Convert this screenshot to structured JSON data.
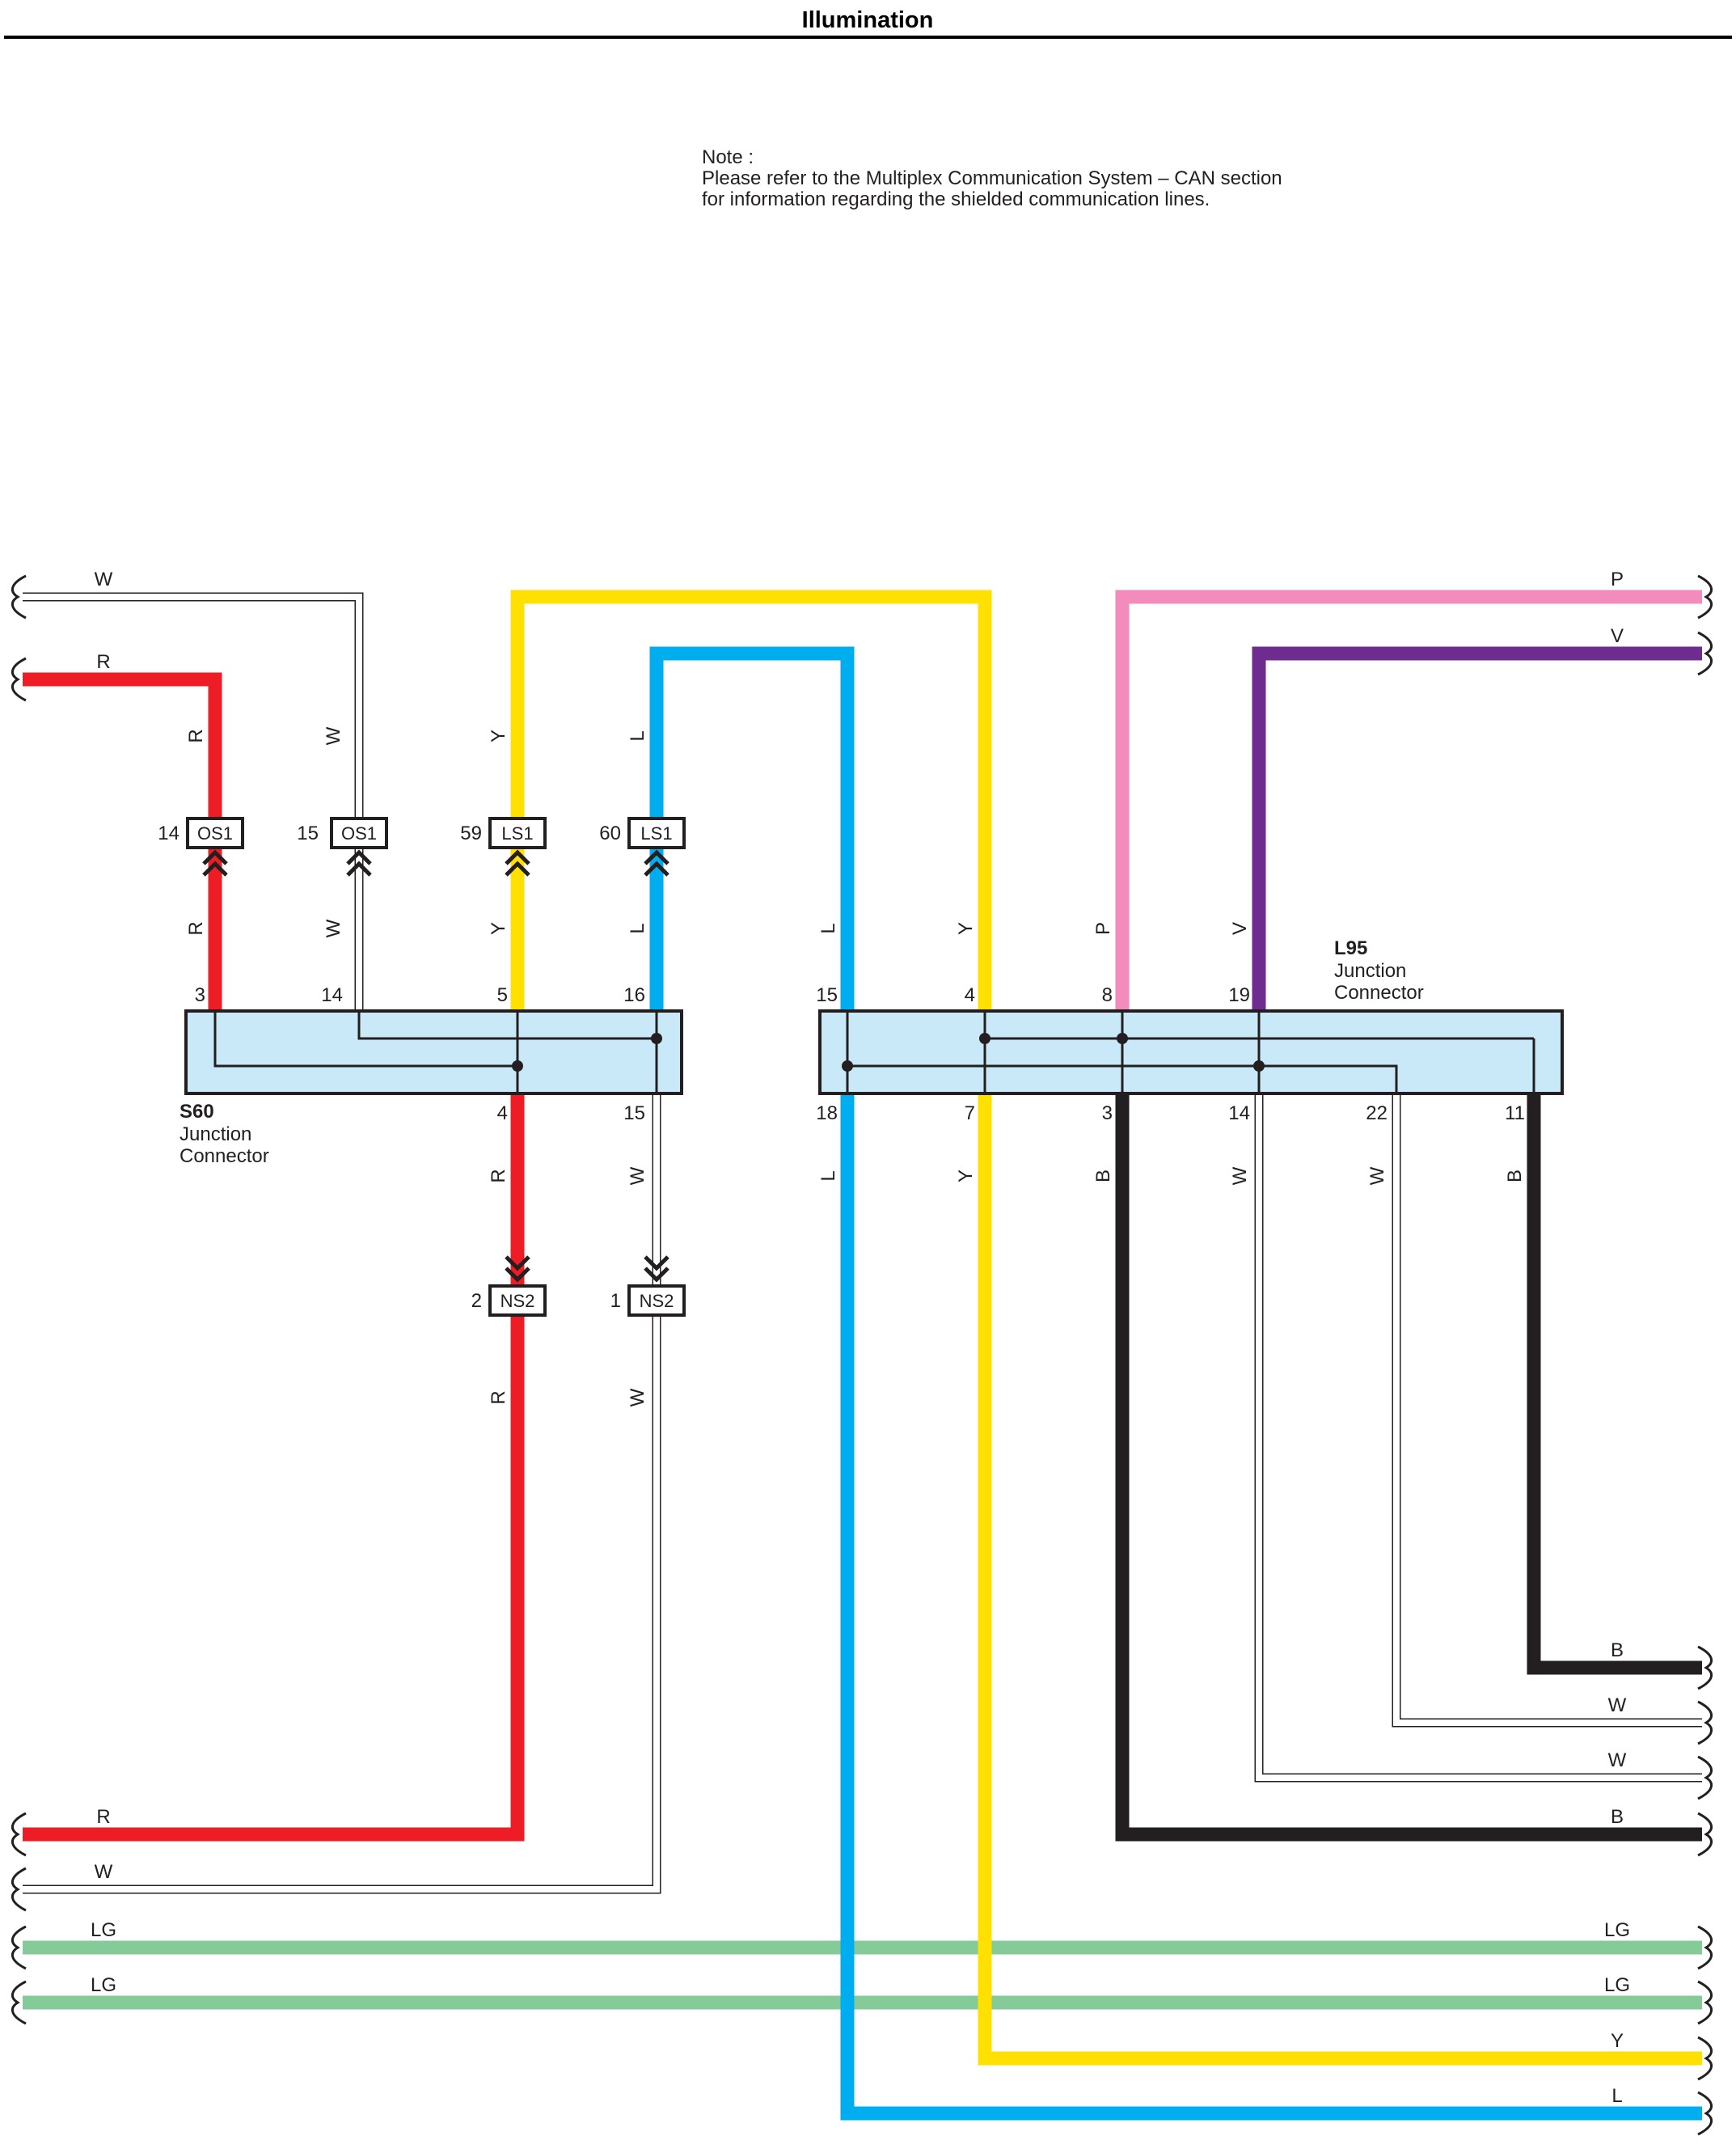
{
  "title": "Illumination",
  "note": {
    "lines": [
      "Note :",
      "Please refer to the Multiplex Communication System – CAN section",
      "for information regarding the shielded communication lines."
    ]
  },
  "colors": {
    "R": "#ee1c25",
    "W": "#ffffff",
    "Y": "#ffe000",
    "L": "#00aeef",
    "P": "#f38bbd",
    "V": "#6e2c90",
    "B": "#231f20",
    "LG": "#84cb99",
    "connector_fill": "#c9e8f8"
  },
  "connectors": {
    "s60": {
      "id": "S60",
      "line1": "Junction",
      "line2": "Connector",
      "top_pins": [
        "3",
        "14",
        "5",
        "16"
      ],
      "bottom_pins": [
        "4",
        "15"
      ]
    },
    "l95": {
      "id": "L95",
      "line1": "Junction",
      "line2": "Connector",
      "top_pins": [
        "15",
        "4",
        "8",
        "19"
      ],
      "bottom_pins": [
        "18",
        "7",
        "3",
        "14",
        "22",
        "11"
      ]
    }
  },
  "inline_connectors": [
    {
      "pin": "14",
      "name": "OS1"
    },
    {
      "pin": "15",
      "name": "OS1"
    },
    {
      "pin": "59",
      "name": "LS1"
    },
    {
      "pin": "60",
      "name": "LS1"
    },
    {
      "pin": "2",
      "name": "NS2"
    },
    {
      "pin": "1",
      "name": "NS2"
    }
  ],
  "wire_labels": {
    "left": [
      "W",
      "R",
      "R",
      "W",
      "LG",
      "LG"
    ],
    "right": [
      "P",
      "V",
      "B",
      "W",
      "W",
      "B",
      "LG",
      "LG",
      "Y",
      "L"
    ],
    "vertical": [
      "R",
      "W",
      "Y",
      "L",
      "R",
      "W",
      "Y",
      "L",
      "L",
      "Y",
      "P",
      "V",
      "R",
      "W",
      "L",
      "Y",
      "B",
      "W",
      "W",
      "B",
      "R",
      "W"
    ]
  }
}
